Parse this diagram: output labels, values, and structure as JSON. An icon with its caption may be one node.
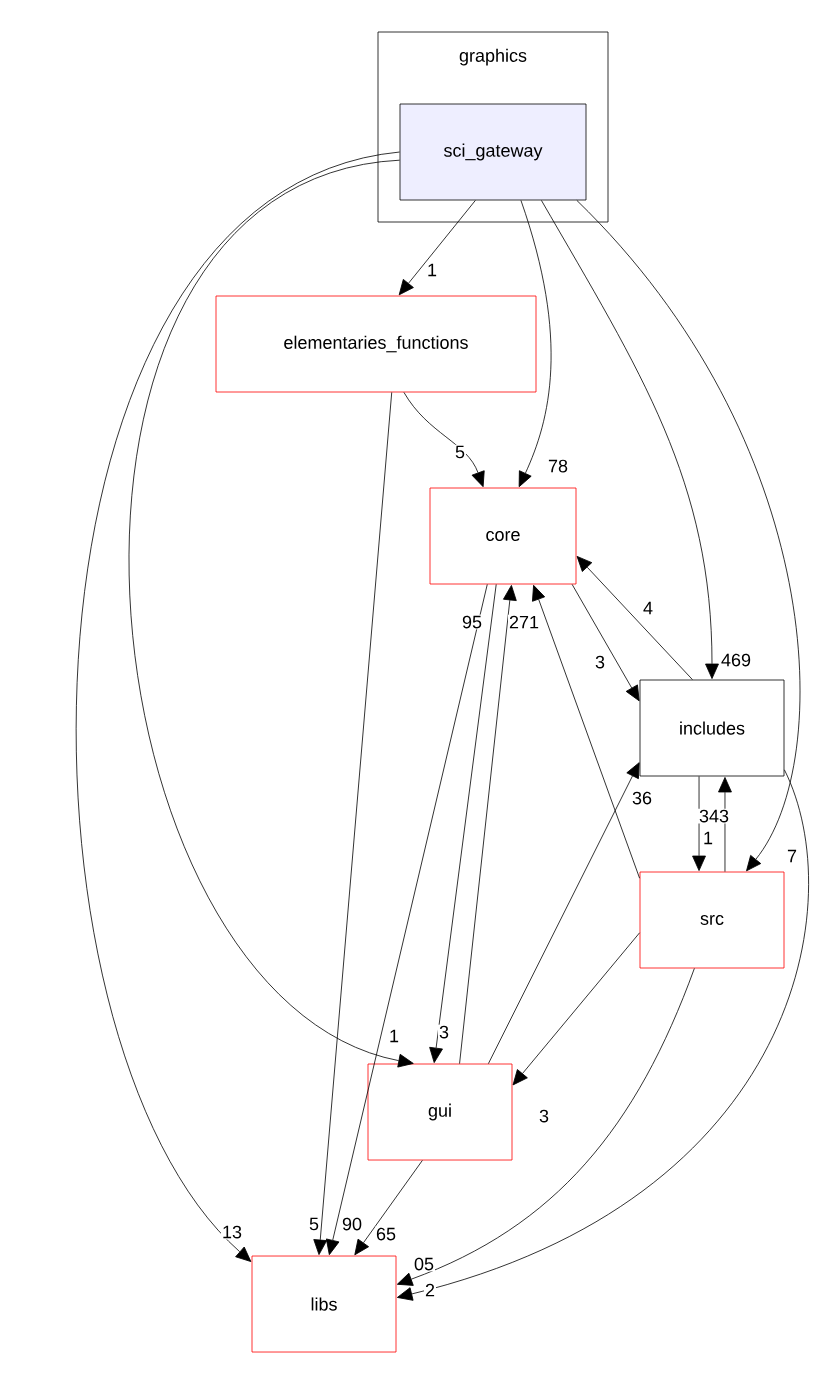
{
  "diagram": {
    "nodes": [
      {
        "text": [
          "graphics"
        ]
      },
      {
        "text": [
          "sci_gateway"
        ],
        "in": 0
      },
      {
        "text": [
          "elementaries_functions"
        ]
      },
      {
        "text": [
          "core"
        ]
      },
      {
        "text": [
          "includes"
        ]
      },
      {
        "text": [
          "src"
        ]
      },
      {
        "text": [
          "gui"
        ]
      },
      {
        "text": [
          "libs"
        ]
      }
    ],
    "edges": [
      {
        "from": 1,
        "to": 2,
        "arrow": "to",
        "label": "1"
      },
      {
        "from": 1,
        "to": 3,
        "arrow": "to",
        "label": "78"
      },
      {
        "from": 1,
        "to": 4,
        "arrow": "to",
        "label": "469"
      },
      {
        "from": 1,
        "to": 5,
        "arrow": "to",
        "label": "7"
      },
      {
        "from": 1,
        "to": 6,
        "arrow": "to",
        "label": "1"
      },
      {
        "from": 1,
        "to": 7,
        "arrow": "to",
        "label": "13"
      },
      {
        "from": 2,
        "to": 3,
        "arrow": "to",
        "label": "5"
      },
      {
        "from": 2,
        "to": 7,
        "arrow": "to",
        "label": "5"
      },
      {
        "from": 3,
        "to": 7,
        "arrow": "to",
        "label": "90"
      },
      {
        "from": 3,
        "to": 6,
        "arrow": "to",
        "label": "3"
      },
      {
        "from": 6,
        "to": 3,
        "arrow": "to",
        "label": "95"
      },
      {
        "from": 5,
        "to": 3,
        "arrow": "to",
        "label": "271"
      },
      {
        "from": 3,
        "to": 4,
        "arrow": "to",
        "label": "3"
      },
      {
        "from": 4,
        "to": 3,
        "arrow": "to",
        "label": "4"
      },
      {
        "from": 4,
        "to": 5,
        "arrow": "to",
        "label": "1"
      },
      {
        "from": 5,
        "to": 4,
        "arrow": "to",
        "label": "343"
      },
      {
        "from": 6,
        "to": 4,
        "arrow": "to",
        "label": "36"
      },
      {
        "from": 6,
        "to": 7,
        "arrow": "to",
        "label": "65"
      },
      {
        "from": 5,
        "to": 7,
        "arrow": "to",
        "label": "05"
      },
      {
        "from": 4,
        "to": 7,
        "arrow": "to",
        "label": "2"
      },
      {
        "from": 5,
        "to": 6,
        "arrow": "to",
        "label": "3"
      }
    ]
  }
}
